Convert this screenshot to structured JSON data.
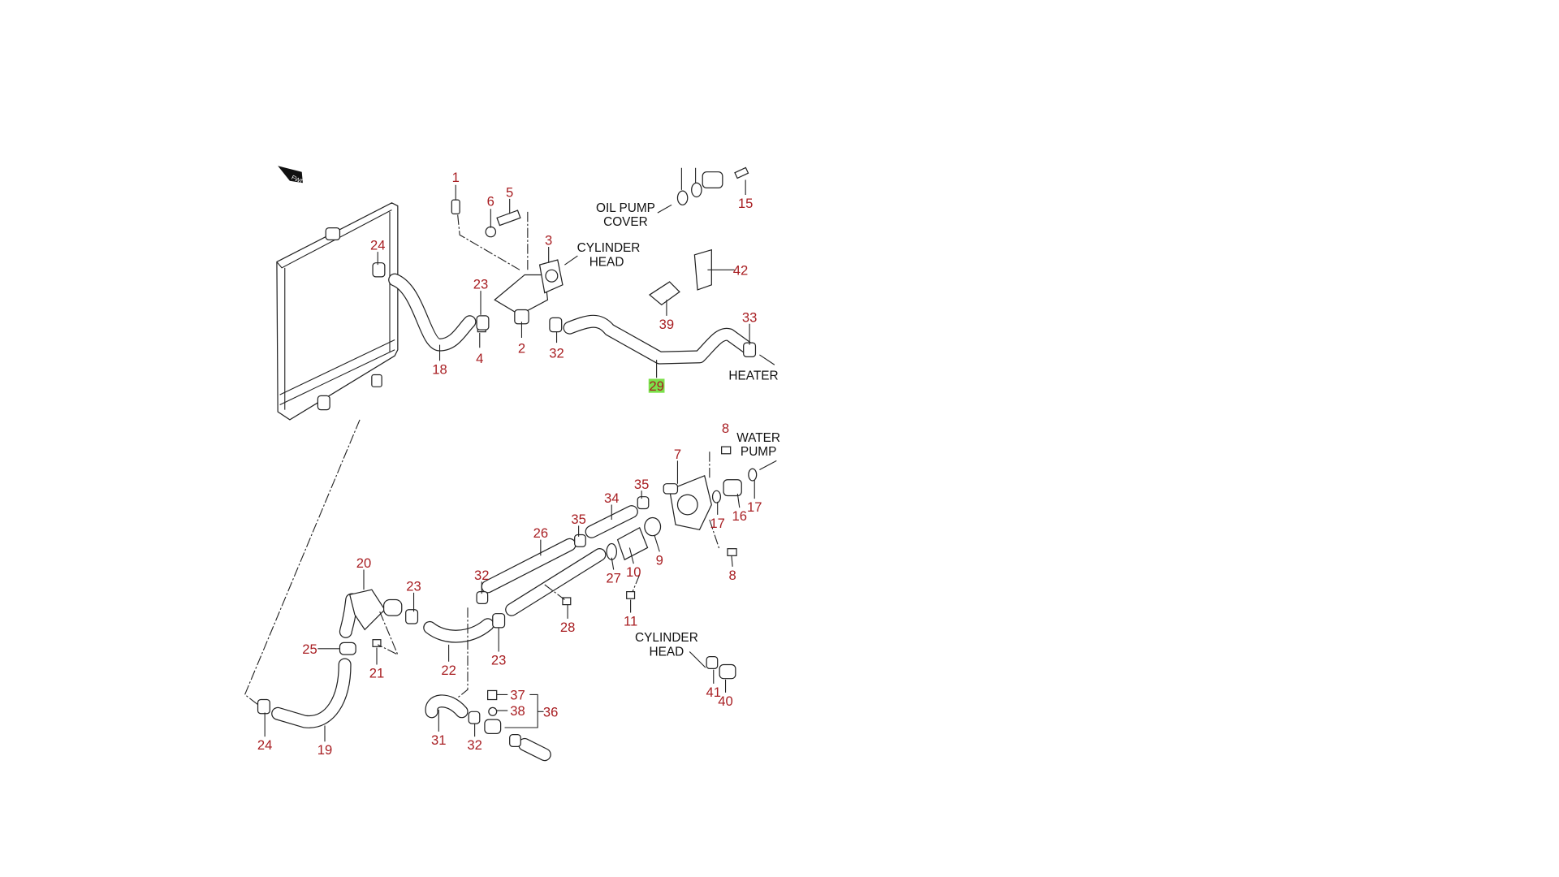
{
  "diagram": {
    "fwd_mark": "FWD",
    "notes": {
      "oil_pump_cover": [
        "OIL PUMP",
        "COVER"
      ],
      "cylinder_head_top": [
        "CYLINDER",
        "HEAD"
      ],
      "heater": "HEATER",
      "water_pump": [
        "WATER",
        "PUMP"
      ],
      "cylinder_head_bottom": [
        "CYLINDER",
        "HEAD"
      ]
    },
    "highlighted_part": "29",
    "part_labels": {
      "p1": "1",
      "p2": "2",
      "p3": "3",
      "p4": "4",
      "p5": "5",
      "p6": "6",
      "p7": "7",
      "p8a": "8",
      "p8b": "8",
      "p9": "9",
      "p10": "10",
      "p11": "11",
      "p15": "15",
      "p16": "16",
      "p17a": "17",
      "p17b": "17",
      "p18": "18",
      "p19": "19",
      "p20": "20",
      "p21": "21",
      "p22": "22",
      "p23a": "23",
      "p23b": "23",
      "p23c": "23",
      "p24a": "24",
      "p24b": "24",
      "p25": "25",
      "p26": "26",
      "p27": "27",
      "p28": "28",
      "p29": "29",
      "p31": "31",
      "p32a": "32",
      "p32b": "32",
      "p32c": "32",
      "p33": "33",
      "p34": "34",
      "p35a": "35",
      "p35b": "35",
      "p36": "36",
      "p37": "37",
      "p38": "38",
      "p39": "39",
      "p40": "40",
      "p41": "41",
      "p42": "42"
    },
    "colors": {
      "label": "#a81e22",
      "highlight": "#7be04a"
    }
  }
}
